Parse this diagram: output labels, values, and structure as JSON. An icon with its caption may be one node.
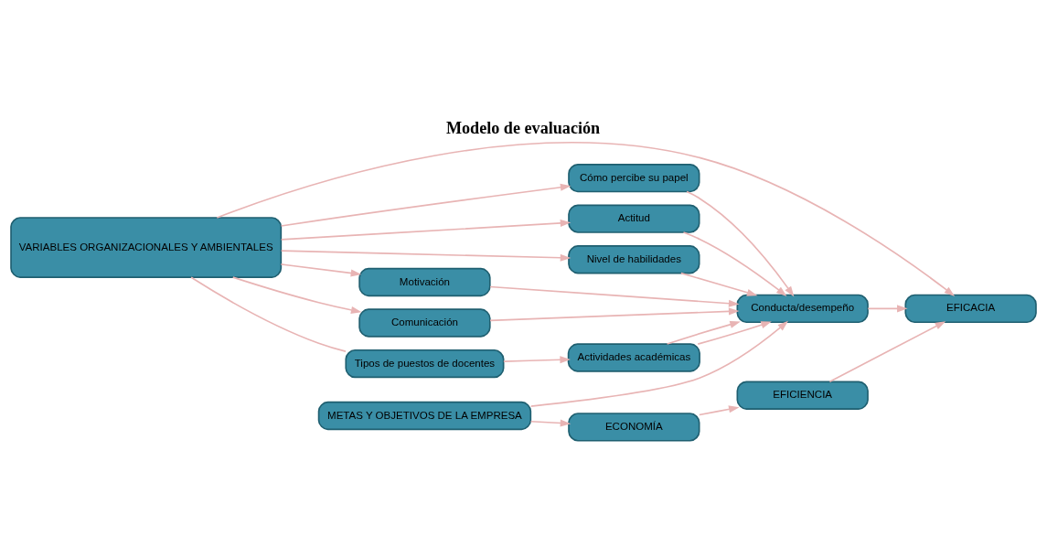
{
  "diagram": {
    "title": "Modelo de evaluación",
    "nodes": [
      {
        "text": [
          "VARIABLES ORGANIZACIONALES Y AMBIENTALES"
        ]
      },
      {
        "text": [
          "Cómo percibe su papel"
        ]
      },
      {
        "text": [
          "Actitud"
        ]
      },
      {
        "text": [
          "Nivel de habilidades"
        ]
      },
      {
        "text": [
          "Motivación"
        ]
      },
      {
        "text": [
          "Comunicación"
        ]
      },
      {
        "text": [
          "Conducta/desempeño"
        ]
      },
      {
        "text": [
          "Actividades académicas"
        ]
      },
      {
        "text": [
          "Tipos de puestos de docentes"
        ]
      },
      {
        "text": [
          "EFICACIA"
        ]
      },
      {
        "text": [
          "EFICIENCIA"
        ]
      },
      {
        "text": [
          "ECONOMÍA"
        ]
      },
      {
        "text": [
          "METAS Y OBJETIVOS DE LA EMPRESA"
        ]
      }
    ],
    "edges": [
      {
        "from": 0,
        "to": 9,
        "arrow": "to"
      },
      {
        "from": 0,
        "to": 1,
        "arrow": "to"
      },
      {
        "from": 0,
        "to": 2,
        "arrow": "to"
      },
      {
        "from": 0,
        "to": 3,
        "arrow": "to"
      },
      {
        "from": 0,
        "to": 4,
        "arrow": "to"
      },
      {
        "from": 0,
        "to": 5,
        "arrow": "to"
      },
      {
        "from": 0,
        "to": 8,
        "arrow": "none"
      },
      {
        "from": 1,
        "to": 6,
        "arrow": "to"
      },
      {
        "from": 2,
        "to": 6,
        "arrow": "to"
      },
      {
        "from": 3,
        "to": 6,
        "arrow": "to"
      },
      {
        "from": 4,
        "to": 6,
        "arrow": "to"
      },
      {
        "from": 5,
        "to": 6,
        "arrow": "to"
      },
      {
        "from": 7,
        "to": 6,
        "arrow": "to"
      },
      {
        "from": 7,
        "to": 6,
        "arrow": "to"
      },
      {
        "from": 8,
        "to": 7,
        "arrow": "to"
      },
      {
        "from": 6,
        "to": 9,
        "arrow": "to"
      },
      {
        "from": 10,
        "to": 9,
        "arrow": "to"
      },
      {
        "from": 11,
        "to": 10,
        "arrow": "to"
      },
      {
        "from": 12,
        "to": 11,
        "arrow": "to"
      },
      {
        "from": 12,
        "to": 6,
        "arrow": "to"
      }
    ]
  }
}
